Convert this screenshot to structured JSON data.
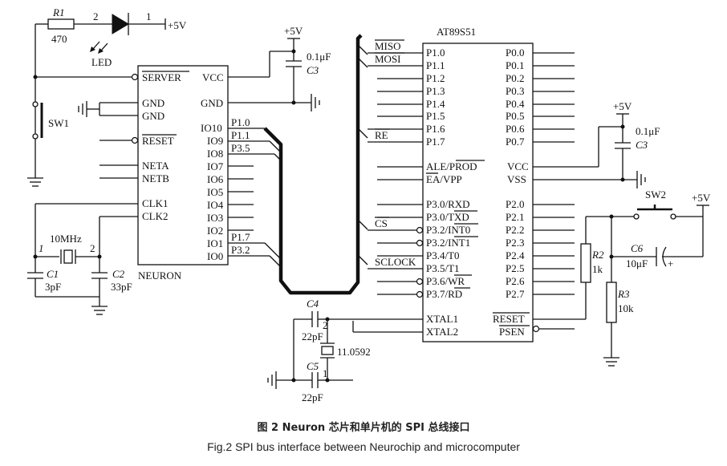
{
  "neuron": {
    "name": "NEURON",
    "left_pins": [
      "SERVER",
      "GND",
      "GND",
      "RESET",
      "NETA",
      "NETB",
      "CLK1",
      "CLK2"
    ],
    "right_pins": [
      "VCC",
      "GND",
      "IO10",
      "IO9",
      "IO8",
      "IO7",
      "IO6",
      "IO5",
      "IO4",
      "IO3",
      "IO2",
      "IO1",
      "IO0"
    ],
    "net_labels": [
      "P1.0",
      "P1.1",
      "P3.5",
      "P1.7",
      "P3.2"
    ]
  },
  "mcu": {
    "name": "AT89S51",
    "left_pins": [
      "P1.0",
      "P1.1",
      "P1.2",
      "P1.3",
      "P1.4",
      "P1.5",
      "P1.6",
      "P1.7",
      "ALE/PROD",
      "EA/VPP",
      "P3.0/RXD",
      "P3.0/TXD",
      "P3.2/INT0",
      "P3.2/INT1",
      "P3.4/T0",
      "P3.5/T1",
      "P3.6/WR",
      "P3.7/RD",
      "XTAL1",
      "XTAL2"
    ],
    "right_pins": [
      "P0.0",
      "P0.1",
      "P0.2",
      "P0.3",
      "P0.4",
      "P0.5",
      "P0.6",
      "P0.7",
      "VCC",
      "VSS",
      "P2.0",
      "P2.1",
      "P2.2",
      "P2.3",
      "P2.4",
      "P2.5",
      "P2.6",
      "P2.7",
      "RESET",
      "PSEN"
    ],
    "bus_labels": [
      "MISO",
      "MOSI",
      "RE",
      "CS",
      "SCLOCK"
    ]
  },
  "components": {
    "r1_name": "R1",
    "r1_value": "470",
    "led_label": "LED",
    "led_pin2": "2",
    "led_pin1": "1",
    "sw1": "SW1",
    "sw2": "SW2",
    "supply": "+5V",
    "c3_name": "C3",
    "c3_value": "0.1μF",
    "xtal1_value": "10MHz",
    "c1_name": "C1",
    "c1_value": "3pF",
    "c2_name": "C2",
    "c2_value": "33pF",
    "xtal_pin1": "1",
    "xtal_pin2": "2",
    "c4_name": "C4",
    "c4_value": "22pF",
    "c5_name": "C5",
    "c5_value": "22pF",
    "xtal2_value": "11.0592",
    "r2_name": "R2",
    "r2_value": "1k",
    "r3_name": "R3",
    "r3_value": "10k",
    "c6_name": "C6",
    "c6_value": "10μF",
    "c6_plus": "+"
  },
  "caption": {
    "cn": "图 2   Neuron 芯片和单片机的 SPI 总线接口",
    "en": "Fig.2   SPI bus interface between Neurochip and microcomputer"
  }
}
